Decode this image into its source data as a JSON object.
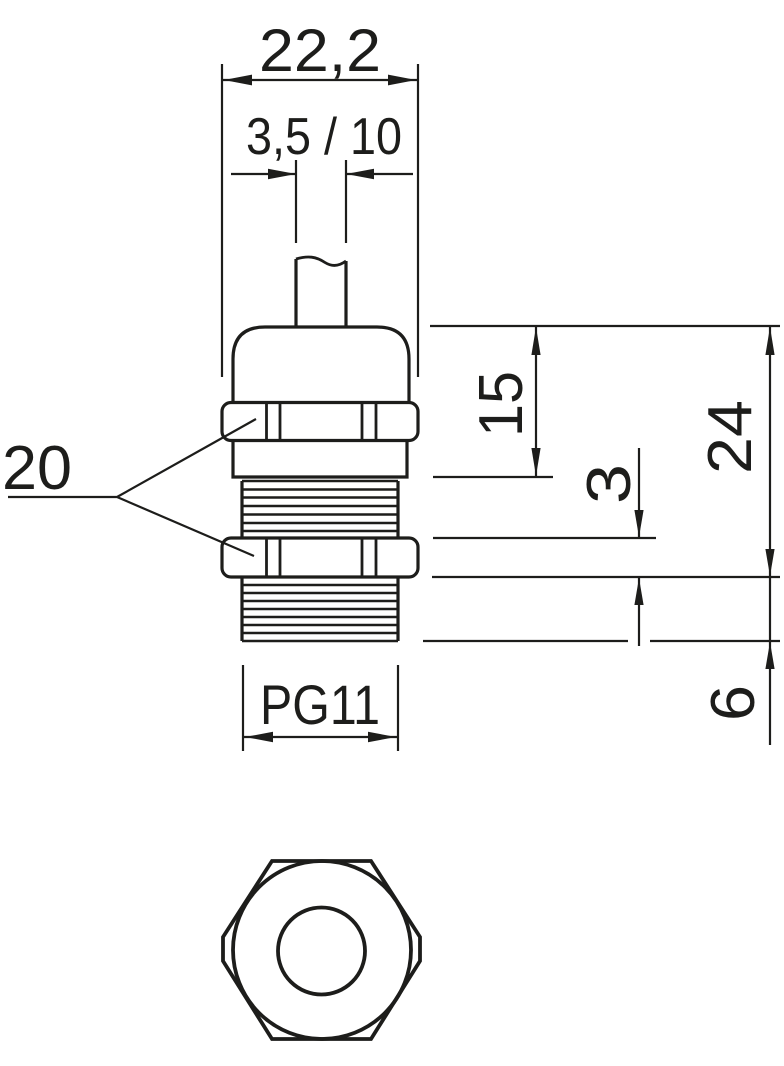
{
  "side_view": {
    "dimensions": {
      "cap_diameter": "22,2",
      "clamping_range": "3,5 / 10",
      "wrench_size": "20",
      "upper_height": "15",
      "locknut_thickness": "3",
      "overall_length": "24",
      "thread_length": "6",
      "thread_size": "PG11"
    }
  },
  "colors": {
    "line": "#1d1d1b",
    "background": "#ffffff"
  }
}
